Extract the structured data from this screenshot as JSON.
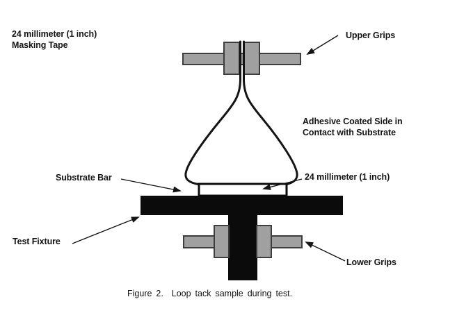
{
  "figure": {
    "caption": "Figure 2.  Loop tack sample during test."
  },
  "labels": {
    "masking_tape_line1": "24 millimeter (1 inch)",
    "masking_tape_line2": "Masking Tape",
    "upper_grips": "Upper Grips",
    "adhesive_line1": "Adhesive Coated Side in",
    "adhesive_line2": "Contact with Substrate",
    "substrate_bar": "Substrate Bar",
    "tape_width": "24 millimeter (1 inch)",
    "test_fixture": "Test Fixture",
    "lower_grips": "Lower Grips"
  },
  "colors": {
    "background": "#ffffff",
    "ink": "#141414",
    "grip_fill": "#a0a0a0",
    "grip_border": "#3d3d3d",
    "fixture_fill": "#0b0b0b",
    "substrate_fill": "#ffffff"
  }
}
